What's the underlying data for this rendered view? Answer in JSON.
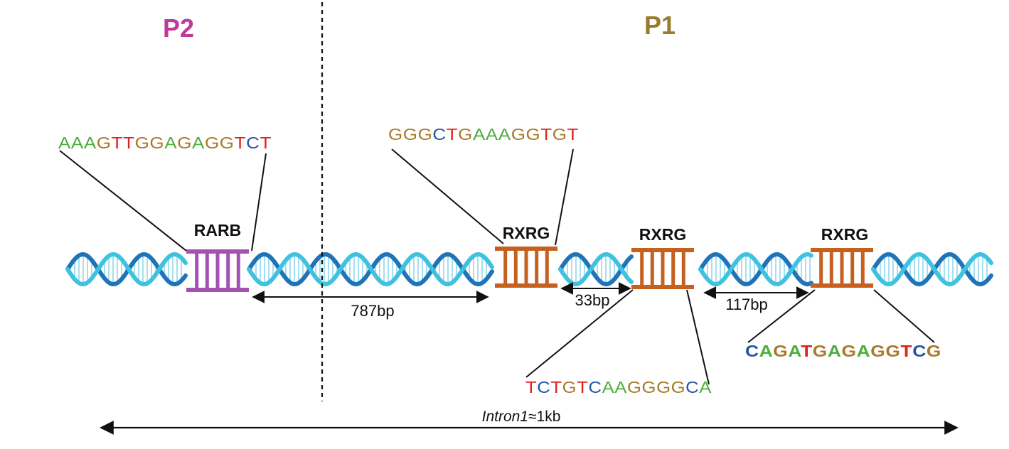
{
  "regions": {
    "p2": {
      "label": "P2",
      "color": "#c0399a"
    },
    "p1": {
      "label": "P1",
      "color": "#9a7a2c"
    }
  },
  "base_colors": {
    "A": "#4caf3c",
    "G": "#a8792a",
    "T": "#e0241c",
    "C": "#2454a6"
  },
  "sites": [
    {
      "name": "RARB",
      "color": "#a352b4",
      "sequence": "AAAGTTGGAGAGGTCT"
    },
    {
      "name": "RXRG",
      "color": "#c5601f",
      "sequence": "GGGCTGAAAGGTGT"
    },
    {
      "name": "RXRG",
      "color": "#c5601f",
      "sequence": "TCTGTCAAGGGGCA"
    },
    {
      "name": "RXRG",
      "color": "#c5601f",
      "sequence": "CAGATGAGAGGTCG"
    }
  ],
  "distances": [
    "787bp",
    "33bp",
    "117bp"
  ],
  "intron": {
    "name": "Intron1",
    "approx_symbol": "≈",
    "size": "1kb"
  },
  "dna_colors": {
    "light": "#3fc1e0",
    "dark": "#1f73b7"
  }
}
